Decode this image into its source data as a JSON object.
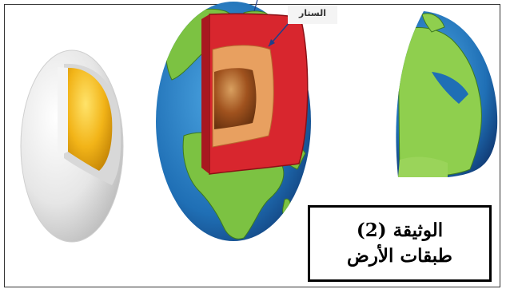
{
  "labels": {
    "callout": "الستار",
    "document_title": "الوثيقة (2)",
    "document_subtitle": "طبقات الأرض"
  },
  "colors": {
    "ocean": "#1f6fb5",
    "land": "#7cc242",
    "mantle": "#d8262e",
    "outer_core": "#e8a060",
    "inner_core": "#a0521e",
    "egg_yolk": "#f2b418",
    "egg_white": "#eeeeee"
  },
  "icons": [
    "egg-model",
    "earth-cutaway",
    "earth-quarter"
  ]
}
